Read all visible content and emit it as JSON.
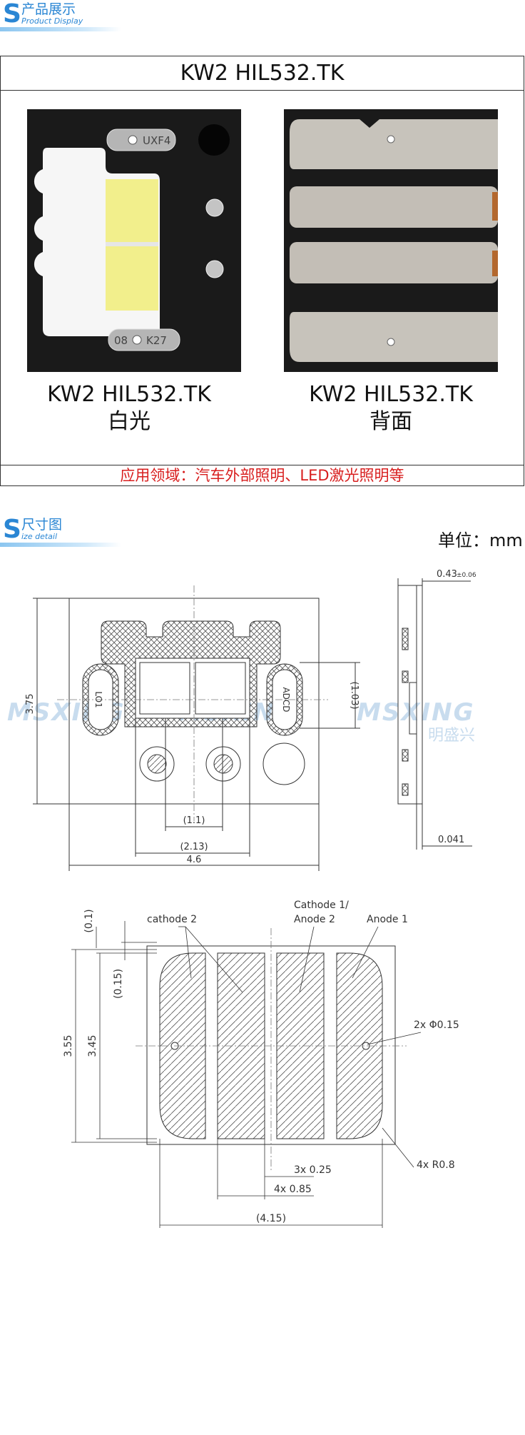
{
  "section1": {
    "s_letter": "S",
    "title": "产品展示",
    "subtitle": "Product Display"
  },
  "product": {
    "model": "KW2 HIL532.TK",
    "front_code_top": "UXF4",
    "front_code_bottom_left": "08",
    "front_code_bottom_right": "K27",
    "caption_left_model": "KW2 HIL532.TK",
    "caption_left_sub": "白光",
    "caption_right_model": "KW2 HIL532.TK",
    "caption_right_sub": "背面",
    "application": "应用领域：汽车外部照明、LED激光照明等"
  },
  "section2": {
    "s_letter": "S",
    "title": "尺寸图",
    "subtitle": "ize detail"
  },
  "unit": "单位：mm",
  "watermark": {
    "text": "MSXING",
    "chinese": "明盛兴"
  },
  "top_drawing": {
    "dims": {
      "height": "3.75",
      "width": "4.6",
      "inner_213": "(2.13)",
      "inner_11": "(1.1)",
      "inner_103": "(1.03)",
      "thickness": "0.43",
      "thickness_tol": "±0.06",
      "bottom_layer": "0.041"
    },
    "pad_left_label": "LO1",
    "pad_right_label": "ADCD"
  },
  "bottom_drawing": {
    "labels": {
      "cathode2": "cathode 2",
      "cathode1_anode2_line1": "Cathode 1/",
      "cathode1_anode2_line2": "Anode 2",
      "anode1": "Anode 1",
      "holes": "2x Φ0.15",
      "radius": "4x R0.8"
    },
    "dims": {
      "d01": "(0.1)",
      "d015": "(0.15)",
      "d355": "3.55",
      "d345": "3.45",
      "d025": "3x 0.25",
      "d085": "4x 0.85",
      "d415": "(4.15)"
    }
  },
  "colors": {
    "accent_blue": "#2a86d4",
    "application_red": "#d81e1e",
    "substrate": "#1a1a1a"
  }
}
